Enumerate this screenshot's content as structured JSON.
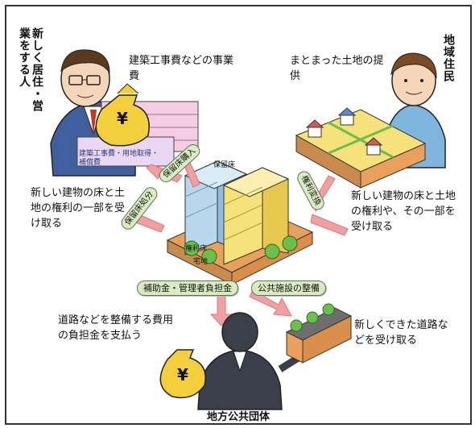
{
  "actors": {
    "new_resident_label": "新しく居住・営業をする人",
    "local_resident_label": "地域住民",
    "public_body_label": "地方公共団体"
  },
  "flows": {
    "construction_cost": "建築工事費などの事業費",
    "land_supply": "まとまった土地の提供",
    "receive_floor_left": "新しい建物の床と土地の権利の一部を受け取る",
    "receive_floor_right": "新しい建物の床と土地の権利や、その一部を受け取る",
    "road_cost": "道路などを整備する費用の負担金を支払う",
    "receive_roads": "新しくできた道路などを受け取る"
  },
  "pills": {
    "reserve_floor_purchase": "保留床購入",
    "reserve_floor_disposal": "保留床処分",
    "rights_conversion": "権利変換",
    "subsidy": "補助金・管理者負担金",
    "public_facilities": "公共施設の整備"
  },
  "building_labels": {
    "reserve_floor": "保留床",
    "rights_floor": "権利床",
    "right_land": "宅地",
    "bag_yen": "¥",
    "bag_yen_2": "¥",
    "doc_label": "建築工事費・用地取得・補償費"
  },
  "colors": {
    "arrow_pink": "#f0a0a0",
    "pill_green": "#d8ecc0",
    "money_bag": "#f3cf3b",
    "building_yellow": "#f6e27a",
    "building_blue": "#b8d6ec",
    "base_orange": "#e8a05a",
    "tree_green": "#6cbf4b"
  }
}
